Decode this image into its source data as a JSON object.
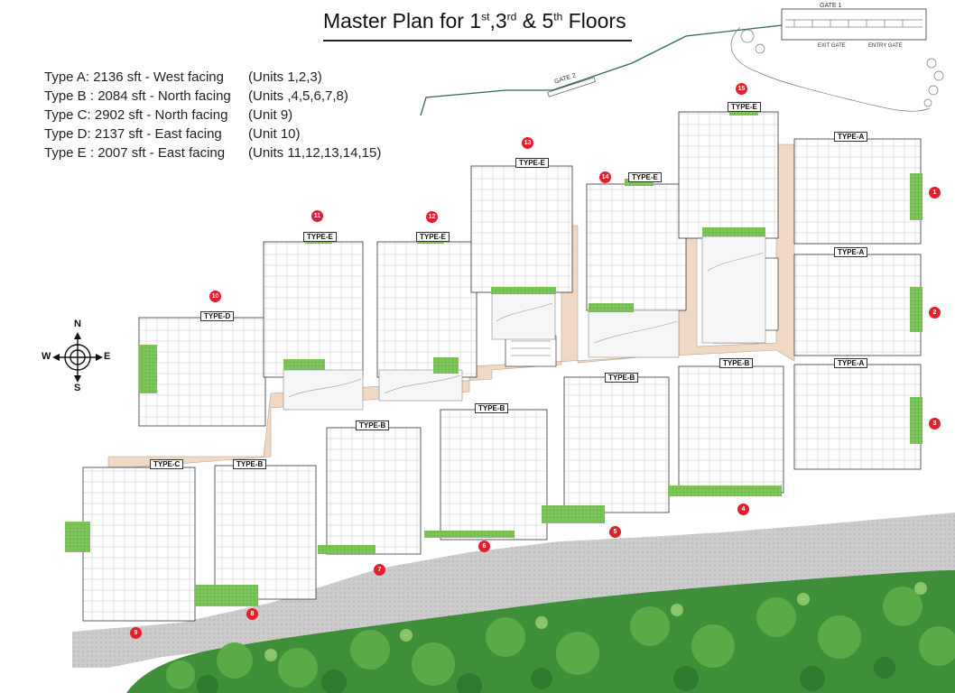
{
  "title": {
    "prefix": "Master Plan for 1",
    "sup1": "st",
    "mid1": ",3",
    "sup2": "rd",
    "mid2": " & 5",
    "sup3": "th",
    "suffix": " Floors"
  },
  "legend": [
    {
      "spec": "Type A: 2136 sft - West facing",
      "units": "(Units 1,2,3)"
    },
    {
      "spec": "Type B : 2084 sft - North facing",
      "units": "(Units ,4,5,6,7,8)"
    },
    {
      "spec": "Type C: 2902 sft - North facing",
      "units": "(Unit 9)"
    },
    {
      "spec": "Type D: 2137 sft - East facing",
      "units": "(Unit 10)"
    },
    {
      "spec": "Type E : 2007 sft - East facing",
      "units": "(Units 11,12,13,14,15)"
    }
  ],
  "type_labels": [
    "TYPE-A",
    "TYPE-A",
    "TYPE-A",
    "TYPE-B",
    "TYPE-B",
    "TYPE-B",
    "TYPE-B",
    "TYPE-B",
    "TYPE-C",
    "TYPE-D",
    "TYPE-E",
    "TYPE-E",
    "TYPE-E",
    "TYPE-E",
    "TYPE-E"
  ],
  "unit_numbers": [
    "1",
    "2",
    "3",
    "4",
    "5",
    "6",
    "7",
    "8",
    "9",
    "10",
    "11",
    "12",
    "13",
    "14",
    "15"
  ],
  "compass": {
    "north": "N",
    "south": "S",
    "east": "E",
    "west": "W"
  },
  "gates": {
    "gate1": "GATE 1",
    "gate2": "GATE 2",
    "exit": "EXIT GATE",
    "entry": "ENTRY GATE"
  },
  "colors": {
    "accent": "#e2202c",
    "lawn": "#7cc35a",
    "corridor": "#efd9c5",
    "road": "#c9c9c9",
    "trees": "#3f8f3a"
  }
}
